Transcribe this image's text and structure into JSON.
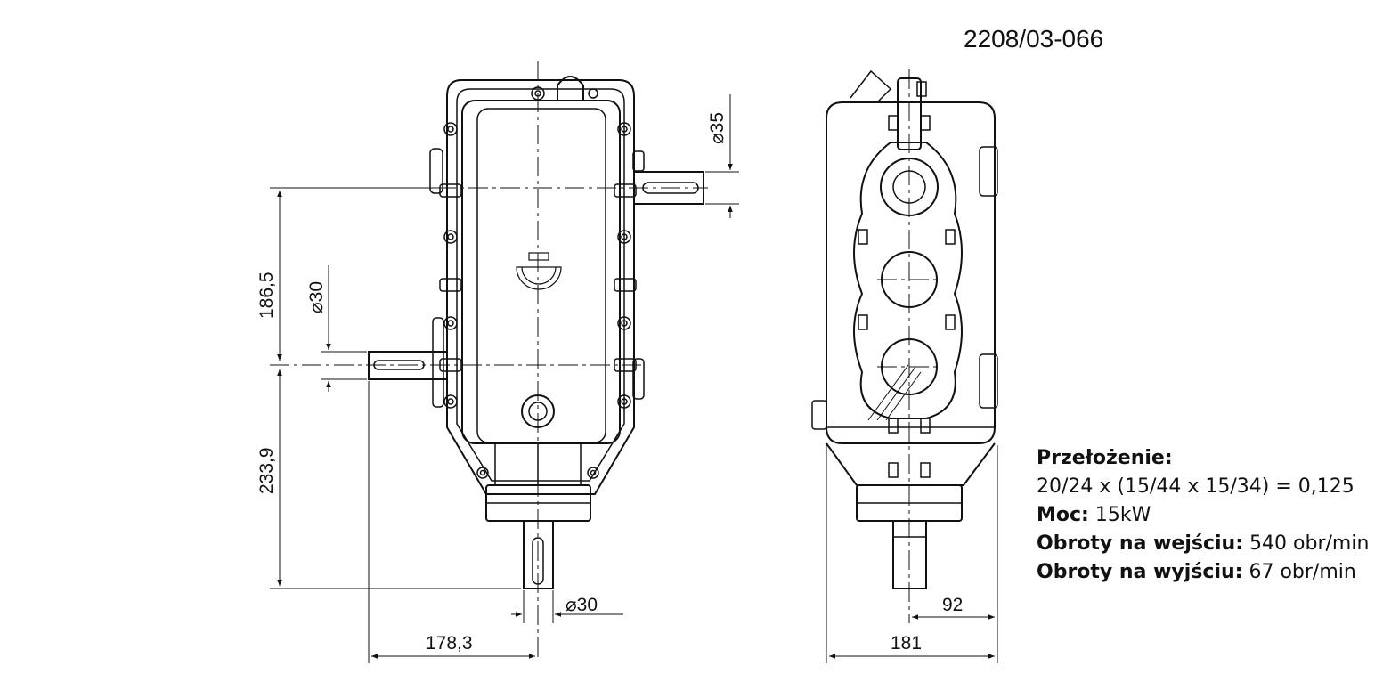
{
  "drawing_number": "2208/03-066",
  "dimensions": {
    "input_shaft_diameter": "35",
    "middle_shaft_diameter": "30",
    "output_shaft_diameter": "30",
    "height_upper": "186,5",
    "height_lower": "233,9",
    "width_front": "178,3",
    "width_side": "181",
    "offset_side": "92"
  },
  "specs": {
    "ratio_label": "Przełożenie:",
    "ratio_value": "20/24 x (15/44 x 15/34) = 0,125",
    "power_label": "Moc:",
    "power_value": "15kW",
    "input_speed_label": "Obroty na wejściu:",
    "input_speed_value": "540 obr/min",
    "output_speed_label": "Obroty na wyjściu:",
    "output_speed_value": "67 obr/min"
  }
}
